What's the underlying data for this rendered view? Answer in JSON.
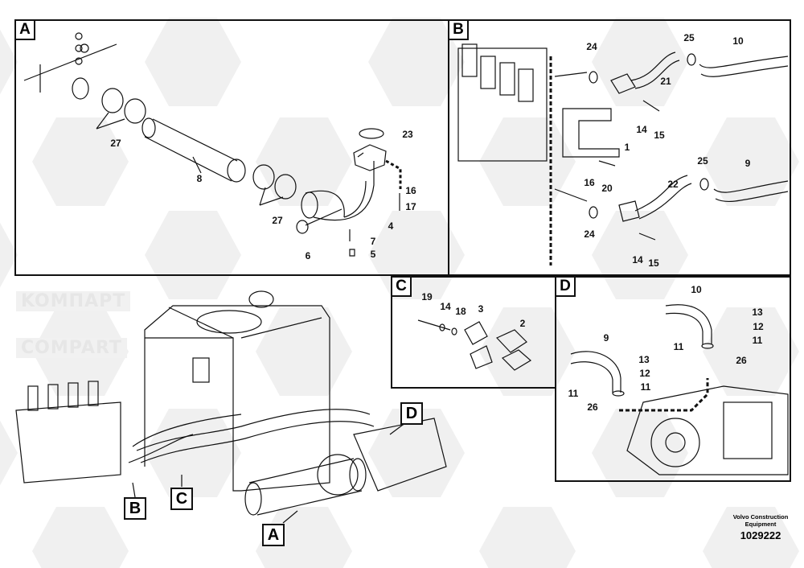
{
  "watermark": {
    "latin": "COMPART",
    "cyrillic": "KOMПАРТ"
  },
  "panels": {
    "a": "A",
    "b": "B",
    "c": "C",
    "d": "D"
  },
  "callouts": {
    "a": "A",
    "b": "B",
    "c": "C",
    "d": "D"
  },
  "panel_a_numbers": [
    "27",
    "8",
    "27",
    "23",
    "16",
    "17",
    "4",
    "7",
    "5",
    "6"
  ],
  "panel_b_numbers": [
    "24",
    "25",
    "10",
    "21",
    "14",
    "15",
    "1",
    "16",
    "20",
    "25",
    "9",
    "22",
    "24",
    "14",
    "15"
  ],
  "panel_c_numbers": [
    "19",
    "14",
    "18",
    "3",
    "2"
  ],
  "panel_d_numbers": [
    "10",
    "13",
    "12",
    "11",
    "11",
    "26",
    "9",
    "13",
    "12",
    "11",
    "11",
    "26"
  ],
  "footer": {
    "company_line1": "Volvo Construction",
    "company_line2": "Equipment",
    "drawing_number": "1029222"
  }
}
